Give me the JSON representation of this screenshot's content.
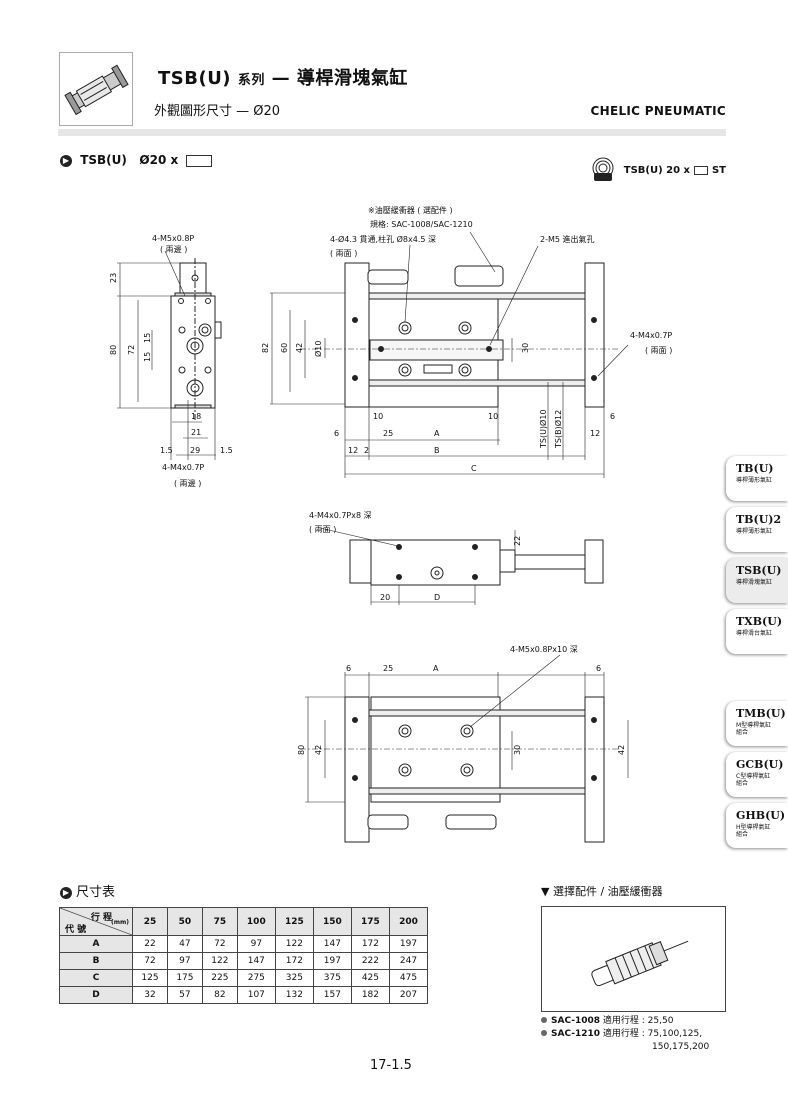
{
  "header": {
    "title_model": "TSB(U)",
    "title_series": "系列",
    "title_dash": "—",
    "title_name": "導桿滑塊氣缸",
    "subtitle": "外觀圖形尺寸 — Ø20",
    "brand": "CHELIC PNEUMATIC"
  },
  "model_line": {
    "label": "TSB(U)",
    "bore": "Ø20 x"
  },
  "st_option": {
    "label": "TSB(U) 20 x",
    "suffix": "ST"
  },
  "drawing_labels": {
    "m5_top": "4-M5x0.8P",
    "both_sides_1": "( 兩邊 )",
    "m4_bottom": "4-M4x0.7P",
    "both_sides_2": "( 兩邊 )",
    "shock_note": "※油壓緩衝器 ( 選配件 )",
    "shock_spec": "規格: SAC-1008/SAC-1210",
    "holes": "4-Ø4.3 貫通,柱孔 Ø8x4.5 深",
    "two_faces_1": "( 兩面 )",
    "ports": "2-M5  進出氣孔",
    "m4_right": "4-M4x0.7P",
    "two_faces_2": "( 兩面 )",
    "m4_depth": "4-M4x0.7Px8 深",
    "two_faces_3": "( 兩面 )",
    "m5_depth": "4-M5x0.8Px10 深",
    "rod_tsu": "TS(U)Ø10",
    "rod_tsb": "TS(B)Ø12",
    "dims": {
      "d23": "23",
      "d80": "80",
      "d72": "72",
      "d15a": "15",
      "d15b": "15",
      "d18": "18",
      "d21": "21",
      "d29": "29",
      "d1_5a": "1.5",
      "d1_5b": "1.5",
      "d82": "82",
      "d60": "60",
      "d42": "42",
      "phi10": "Ø10",
      "d30": "30",
      "d10a": "10",
      "d10b": "10",
      "d6a": "6",
      "d25": "25",
      "dA": "A",
      "d12a": "12",
      "d2": "2",
      "dB": "B",
      "dC": "C",
      "d6b": "6",
      "d12b": "12",
      "d22": "22",
      "d20": "20",
      "dD": "D",
      "v_6a": "6",
      "v_25": "25",
      "v_A": "A",
      "v_6b": "6",
      "v_80": "80",
      "v_42a": "42",
      "v_30": "30",
      "v_42b": "42"
    }
  },
  "side_tabs": [
    {
      "name": "TB(U)",
      "desc": "導桿薄形氣缸"
    },
    {
      "name": "TB(U)2",
      "desc": "導桿薄形氣缸"
    },
    {
      "name": "TSB(U)",
      "desc": "導桿滑塊氣缸"
    },
    {
      "name": "TXB(U)",
      "desc": "導桿滑台氣缸"
    },
    {
      "name": "TMB(U)",
      "desc": "M型導桿氣缸組合"
    },
    {
      "name": "GCB(U)",
      "desc": "C型導桿氣缸組合"
    },
    {
      "name": "GHB(U)",
      "desc": "H型導桿氣缸組合"
    }
  ],
  "dimension_table": {
    "heading": "尺寸表",
    "corner_stroke": "行 程",
    "corner_unit": "(mm)",
    "corner_code": "代 號",
    "strokes": [
      "25",
      "50",
      "75",
      "100",
      "125",
      "150",
      "175",
      "200"
    ],
    "rows": [
      {
        "code": "A",
        "values": [
          "22",
          "47",
          "72",
          "97",
          "122",
          "147",
          "172",
          "197"
        ]
      },
      {
        "code": "B",
        "values": [
          "72",
          "97",
          "122",
          "147",
          "172",
          "197",
          "222",
          "247"
        ]
      },
      {
        "code": "C",
        "values": [
          "125",
          "175",
          "225",
          "275",
          "325",
          "375",
          "425",
          "475"
        ]
      },
      {
        "code": "D",
        "values": [
          "32",
          "57",
          "82",
          "107",
          "132",
          "157",
          "182",
          "207"
        ]
      }
    ]
  },
  "accessory": {
    "heading": "▼ 選擇配件 / 油壓緩衝器",
    "items": [
      {
        "model": "SAC-1008",
        "text": "適用行程 : 25,50"
      },
      {
        "model": "SAC-1210",
        "text": "適用行程 : 75,100,125,",
        "cont": "150,175,200"
      }
    ]
  },
  "page_number": "17-1.5"
}
